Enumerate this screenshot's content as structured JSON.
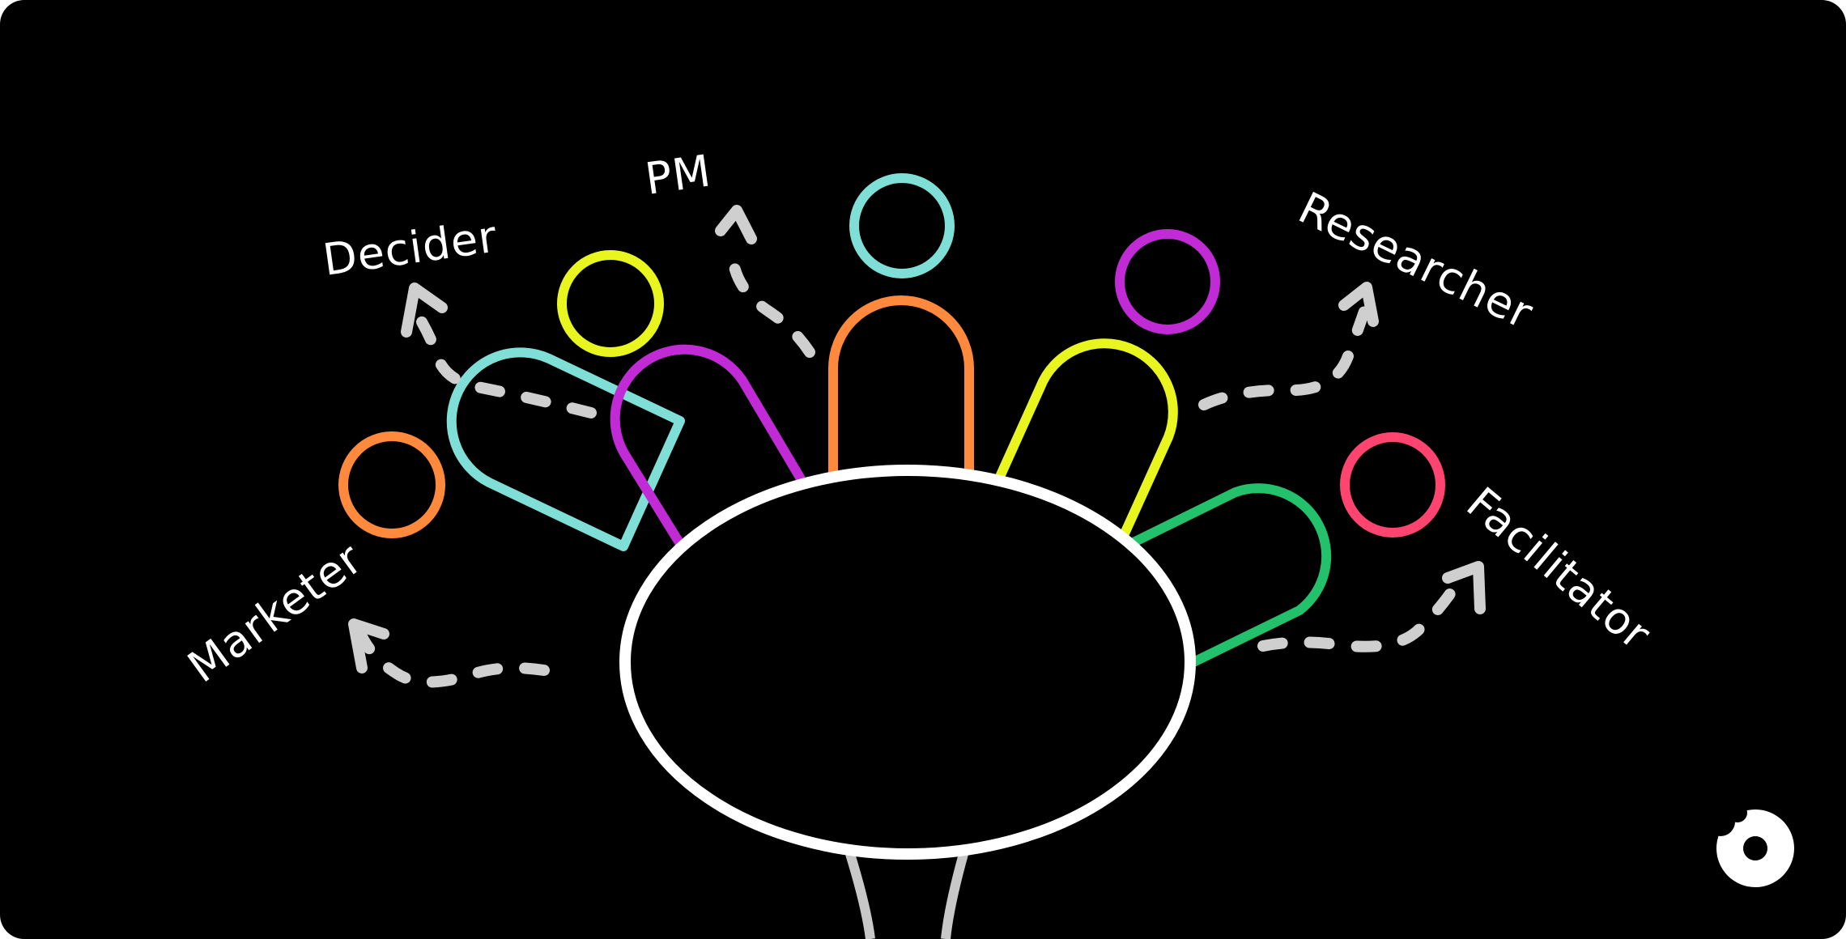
{
  "roles": {
    "decider": {
      "label": "Decider"
    },
    "pm": {
      "label": "PM"
    },
    "researcher": {
      "label": "Researcher"
    },
    "marketer": {
      "label": "Marketer"
    },
    "facilitator": {
      "label": "Facilitator"
    }
  },
  "colors": {
    "background": "#000000",
    "table": "#ffffff",
    "table_legs": "#c8c8c8",
    "arrows": "#cfcfcf",
    "cyan": "#7fded6",
    "orange": "#ff8a3d",
    "yellow": "#e8f51f",
    "magenta": "#c12bd6",
    "green": "#23c16b",
    "pink": "#ff4470"
  },
  "icons": {
    "brand_logo": "logo-icon"
  }
}
